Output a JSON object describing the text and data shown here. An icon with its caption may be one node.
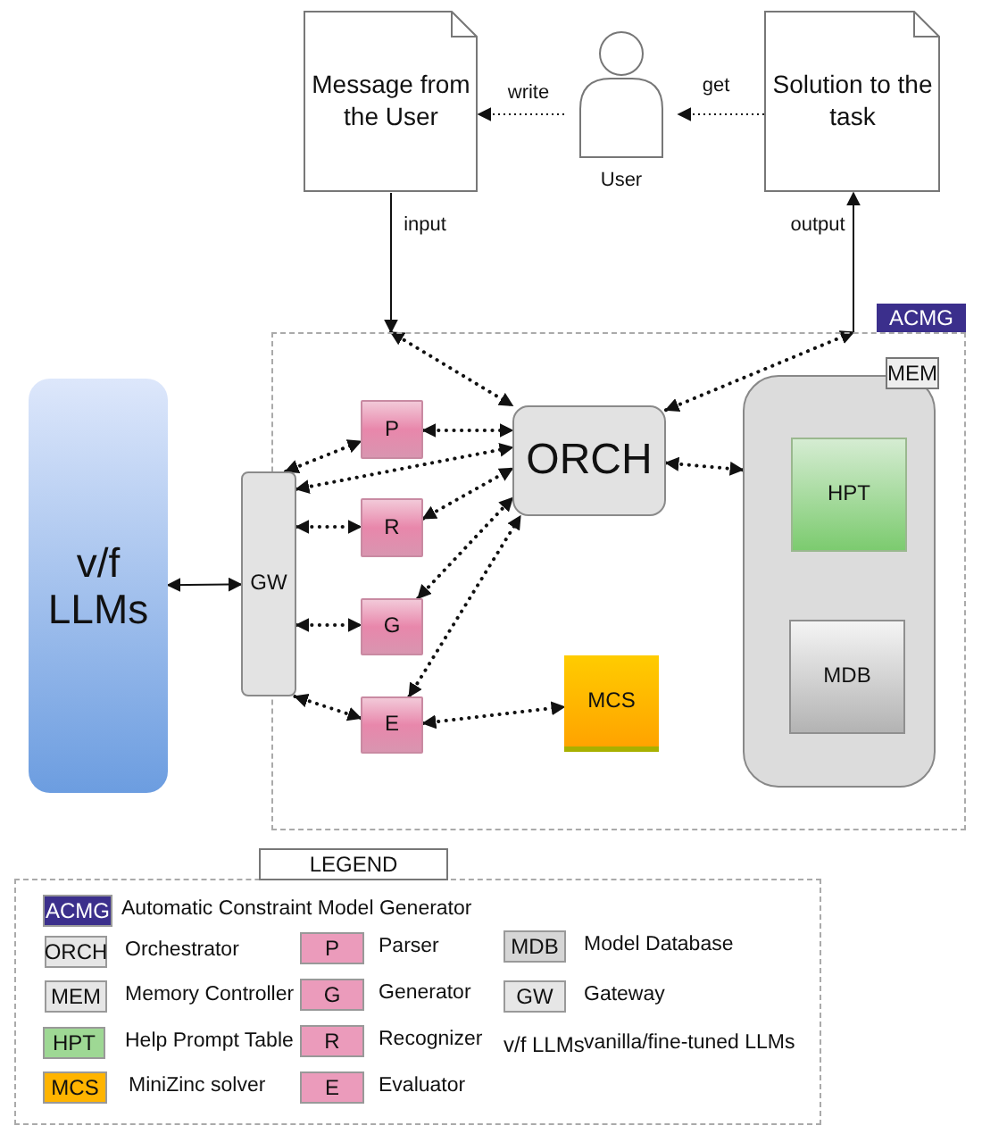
{
  "diagram": {
    "nodes": [
      {
        "text": [
          "Message from the User"
        ]
      },
      {
        "text": [
          "User"
        ]
      },
      {
        "text": [
          "Solution to the task"
        ]
      },
      {
        "text": [
          "ACMG"
        ]
      },
      {
        "text": [
          "v/f LLMs"
        ]
      },
      {
        "text": [
          "GW"
        ]
      },
      {
        "text": [
          "P"
        ],
        "in": 3
      },
      {
        "text": [
          "R"
        ],
        "in": 3
      },
      {
        "text": [
          "G"
        ],
        "in": 3
      },
      {
        "text": [
          "E"
        ],
        "in": 3
      },
      {
        "text": [
          "ORCH"
        ],
        "in": 3
      },
      {
        "text": [
          "MCS"
        ],
        "in": 3
      },
      {
        "text": [
          "MEM"
        ],
        "in": 3
      },
      {
        "text": [
          "HPT"
        ],
        "in": 12
      },
      {
        "text": [
          "MDB"
        ],
        "in": 12
      }
    ],
    "edges": [
      {
        "from": 1,
        "to": 0,
        "arrow": "to",
        "label": "write",
        "style": "dashed"
      },
      {
        "from": 2,
        "to": 1,
        "arrow": "to",
        "label": "get",
        "style": "dashed"
      },
      {
        "from": 0,
        "to": 3,
        "arrow": "to",
        "label": "input"
      },
      {
        "from": 3,
        "to": 2,
        "arrow": "to",
        "label": "output"
      },
      {
        "from": 3,
        "to": 10,
        "arrow": "both",
        "style": "dashed"
      },
      {
        "from": 10,
        "to": 3,
        "arrow": "both",
        "style": "dashed"
      },
      {
        "from": 10,
        "to": 12,
        "arrow": "both",
        "style": "dashed"
      },
      {
        "from": 4,
        "to": 5,
        "arrow": "both"
      },
      {
        "from": 5,
        "to": 6,
        "arrow": "both",
        "style": "dashed"
      },
      {
        "from": 5,
        "to": 7,
        "arrow": "both",
        "style": "dashed"
      },
      {
        "from": 5,
        "to": 8,
        "arrow": "both",
        "style": "dashed"
      },
      {
        "from": 5,
        "to": 9,
        "arrow": "both",
        "style": "dashed"
      },
      {
        "from": 6,
        "to": 10,
        "arrow": "both",
        "style": "dashed"
      },
      {
        "from": 5,
        "to": 10,
        "arrow": "both",
        "style": "dashed"
      },
      {
        "from": 7,
        "to": 10,
        "arrow": "both",
        "style": "dashed"
      },
      {
        "from": 8,
        "to": 10,
        "arrow": "both",
        "style": "dashed"
      },
      {
        "from": 9,
        "to": 10,
        "arrow": "both",
        "style": "dashed"
      },
      {
        "from": 9,
        "to": 11,
        "arrow": "both",
        "style": "dashed"
      }
    ],
    "labels": [
      "LEGEND",
      "ACMG",
      "ORCH",
      "P",
      "MDB",
      "MEM",
      "G",
      "GW",
      "HPT",
      "R",
      "v/f LLMs",
      "MCS",
      "E"
    ],
    "legend": [
      {
        "text": "Automatic Constraint Model Generator",
        "color": "#3b2f8c"
      },
      {
        "text": "Orchestrator",
        "color": "#e6e6e6"
      },
      {
        "text": "Parser",
        "color": "#eb9bbb"
      },
      {
        "text": "Model Database",
        "color": "#d6d6d6"
      },
      {
        "text": "Memory Controller",
        "color": "#e6e6e6"
      },
      {
        "text": "Generator",
        "color": "#eb9bbb"
      },
      {
        "text": "Gateway",
        "color": "#e6e6e6"
      },
      {
        "text": "Help Prompt Table",
        "color": "#9ed894"
      },
      {
        "text": "Recognizer",
        "color": "#eb9bbb"
      },
      {
        "text": "vanilla/fine-tuned LLMs"
      },
      {
        "text": "MiniZinc solver",
        "color": "#ffb400"
      },
      {
        "text": "Evaluator",
        "color": "#eb9bbb"
      }
    ]
  }
}
